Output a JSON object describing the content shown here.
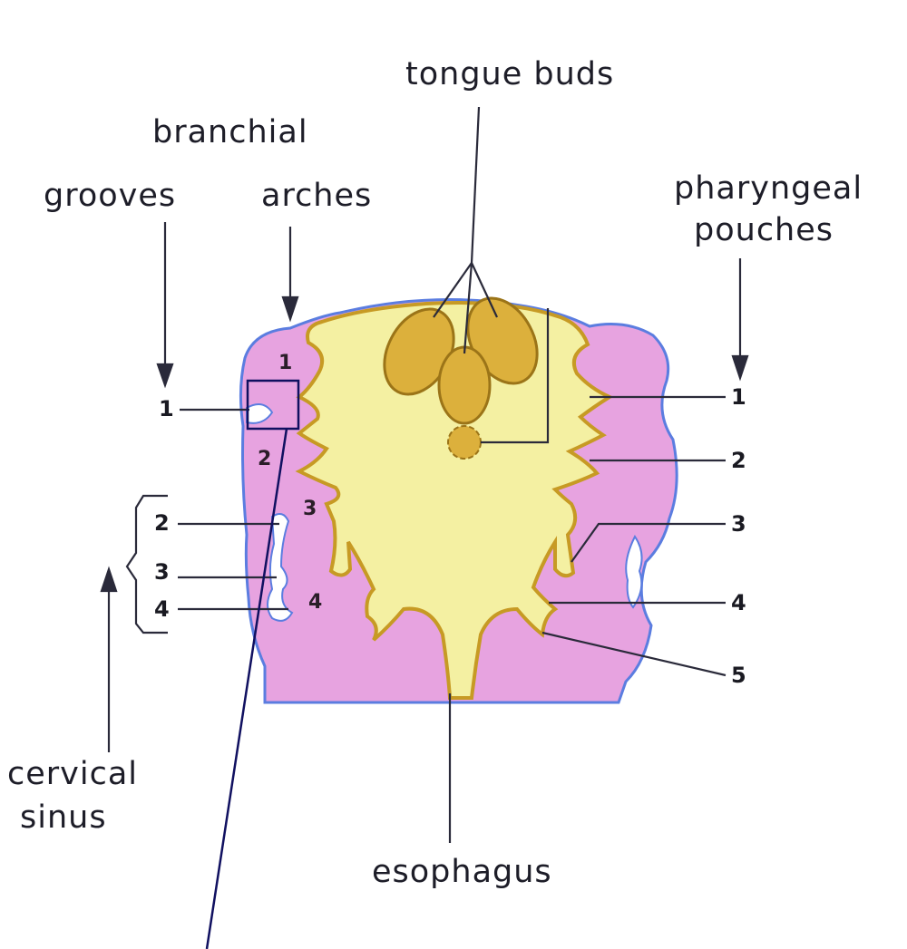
{
  "labels": {
    "tongue_buds": "tongue buds",
    "branchial": "branchial",
    "grooves": "grooves",
    "arches": "arches",
    "pharyngeal": "pharyngeal",
    "pouches": "pouches",
    "cervical": "cervical",
    "sinus": "sinus",
    "esophagus": "esophagus"
  },
  "grooves_numbers": [
    "1",
    "2",
    "3",
    "4"
  ],
  "arch_numbers": [
    "1",
    "2",
    "3",
    "4"
  ],
  "pouch_numbers": [
    "1",
    "2",
    "3",
    "4",
    "5"
  ],
  "colors": {
    "arch_tissue": "#e7a3e0",
    "pharynx_lumen": "#f4f0a2",
    "endoderm_outline": "#c79a24",
    "tongue_bud_fill": "#dcb03c",
    "ectoderm_outline": "#5b7de0",
    "annotation_line": "#101060",
    "leader_line": "#2a2a3a"
  }
}
